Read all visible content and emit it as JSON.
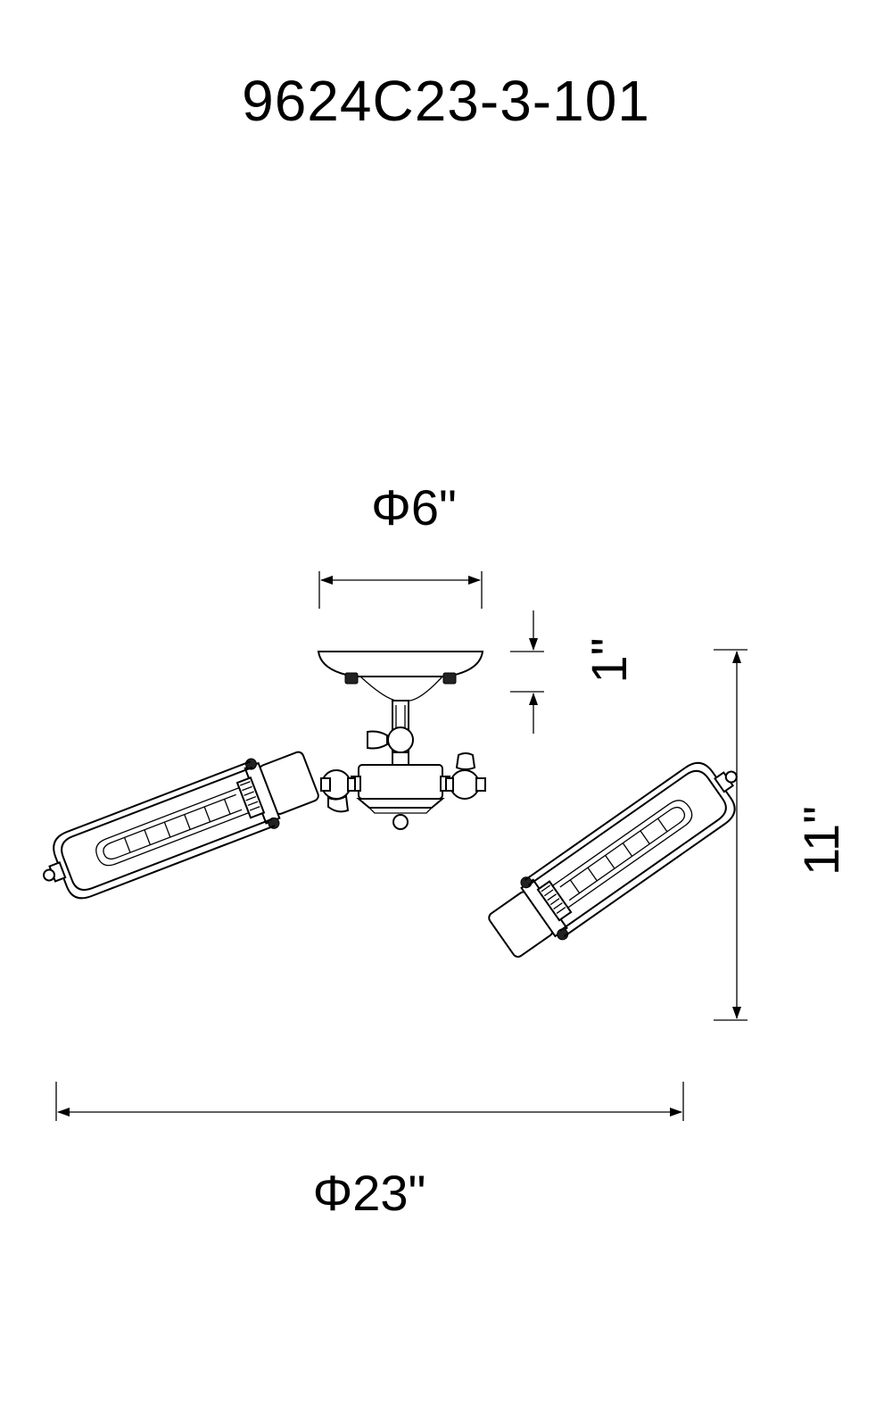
{
  "model_number": "9624C23-3-101",
  "dimensions": {
    "canopy_diameter": "Φ6\"",
    "canopy_height": "1\"",
    "overall_height": "11\"",
    "overall_diameter": "Φ23\""
  }
}
